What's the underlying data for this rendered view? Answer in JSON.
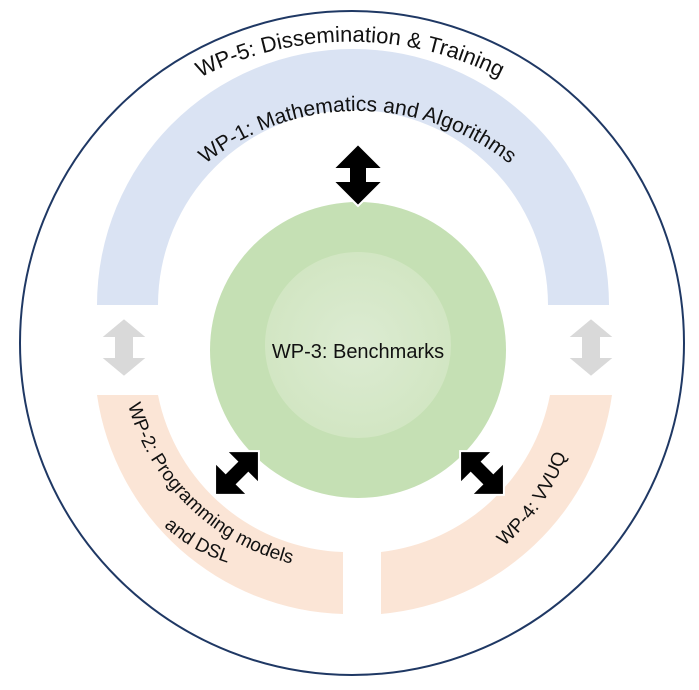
{
  "diagram": {
    "labels": {
      "wp5": "WP-5: Dissemination & Training",
      "wp1": "WP-1: Mathematics and Algorithms",
      "wp3": "WP-3: Benchmarks",
      "wp2_line1": "WP-2: Programming models",
      "wp2_line2": "and DSL",
      "wp4": "WP-4: VVUQ"
    },
    "colors": {
      "outer_ring_stroke": "#1f3864",
      "wp1_band": "#dae3f3",
      "wp2_band": "#fbe5d6",
      "wp4_band": "#fbe5d6",
      "benchmark_outer": "#c5e0b4",
      "benchmark_inner": "#d9e9cf",
      "arrow_dark": "#000000",
      "arrow_light": "#d9d9d9"
    },
    "icons": {
      "arrow_wp1_wp3": "double-arrow-vertical-icon",
      "arrow_wp3_wp2": "double-arrow-diagonal-icon",
      "arrow_wp3_wp4": "double-arrow-diagonal-icon",
      "arrow_left_gray": "double-arrow-vertical-icon",
      "arrow_right_gray": "double-arrow-vertical-icon"
    }
  }
}
